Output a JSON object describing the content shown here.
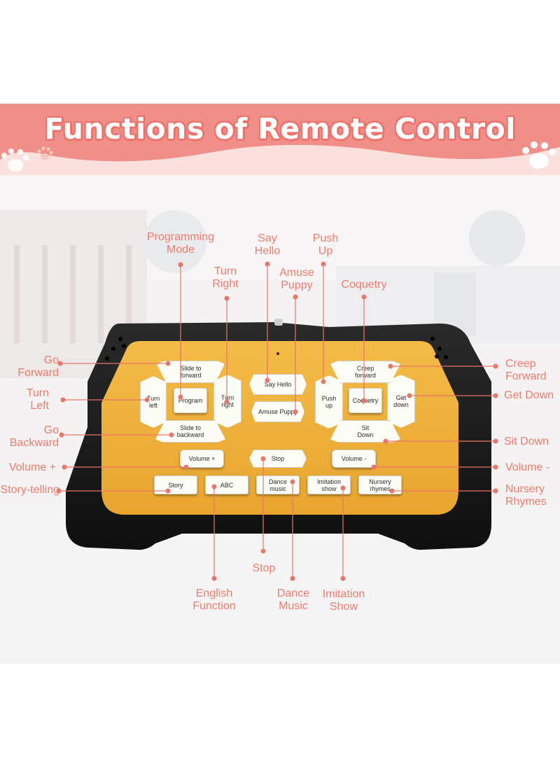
{
  "title": "Functions of Remote Control",
  "colors": {
    "banner": "#f08f89",
    "banner_light": "#fbd6d1",
    "callout_text": "#f07a6c",
    "leader_line": "#e8766a",
    "remote_body": "#1c1c1c",
    "panel": "#f2b23b",
    "button_face": "#fdfdf8"
  },
  "callouts": {
    "programming_mode": "Programming\nMode",
    "say_hello": "Say\nHello",
    "push_up": "Push\nUp",
    "turn_right": "Turn\nRight",
    "amuse_puppy": "Amuse\nPuppy",
    "coquetry": "Coquetry",
    "go_forward": "Go\nForward",
    "turn_left": "Turn\nLeft",
    "go_backward": "Go\nBackward",
    "volume_plus": "Volume +",
    "story_telling": "Story-telling",
    "creep_forward": "Creep\nForward",
    "get_down": "Get Down",
    "sit_down": "Sit Down",
    "volume_minus": "Volume -",
    "nursery_rhymes": "Nursery\nRhymes",
    "stop": "Stop",
    "english_function": "English\nFunction",
    "dance_music": "Dance\nMusic",
    "imitation_show": "Imitation\nShow"
  },
  "buttons": {
    "slide_forward": "Slide to\nforward",
    "turn_left": "Turn\nleft",
    "program": "Program",
    "turn_right": "Turn\nright",
    "slide_backward": "Slide to\nbackward",
    "say_hello": "Say Hello",
    "amuse_puppy": "Amuse Puppy",
    "push_up": "Push\nup",
    "coquetry": "Coquetry",
    "get_down": "Get\ndown",
    "creep_forward": "Creep\nforward",
    "sit_down": "Sit\nDown",
    "volume_plus": "Volume +",
    "stop": "Stop",
    "volume_minus": "Volume -",
    "story": "Story",
    "abc": "ABC",
    "dance_music": "Dance\nmusic",
    "imitation_show": "Imitation\nshow",
    "nursery_rhymes": "Nursery\nrhymes"
  }
}
